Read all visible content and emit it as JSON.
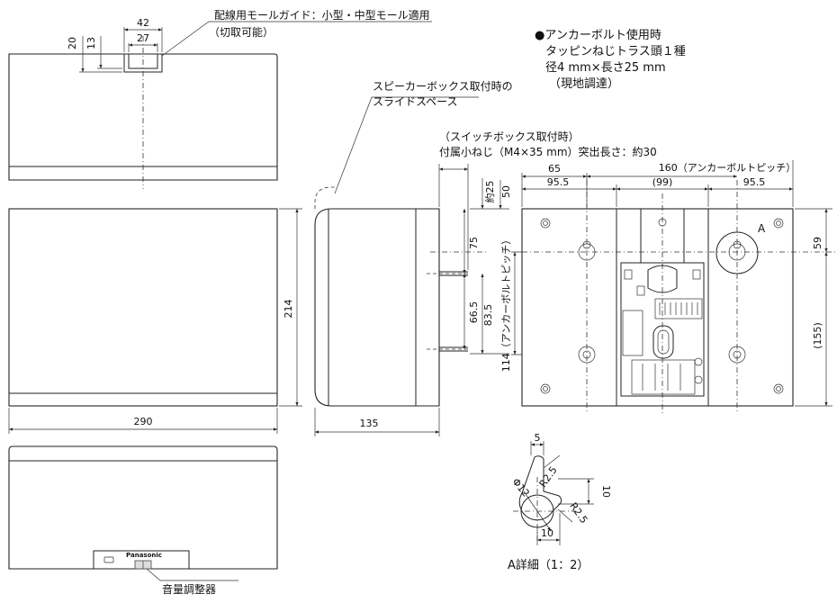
{
  "notes": {
    "molding_guide_line1": "配線用モールガイド：小型・中型モール適用",
    "molding_guide_line2": "（切取可能）",
    "anchor_bolt_line1": "●アンカーボルト使用時",
    "anchor_bolt_line2": "タッピンねじトラス頭１種",
    "anchor_bolt_line3": "径4 mm×長さ25 mm",
    "anchor_bolt_line4": "（現地調達）",
    "speaker_box_line1": "スピーカーボックス取付時の",
    "speaker_box_line2": "スライドスペース",
    "switch_box_line1": "（スイッチボックス取付時）",
    "switch_box_line2": "付属小ねじ（M4×35 mm）突出長さ：約30",
    "volume_label": "音量調整器",
    "brand": "Panasonic",
    "detail_title": "A詳細（1：2）",
    "detail_marker": "A"
  },
  "dims": {
    "top": {
      "d42": "42",
      "d27": "27",
      "d20": "20",
      "d13": "13"
    },
    "front": {
      "width": "290",
      "height": "214"
    },
    "side": {
      "depth": "135",
      "d75": "75",
      "d66_5": "66.5",
      "d83_5": "83.5",
      "about25": "約25",
      "d50": "50"
    },
    "rear": {
      "d65": "65",
      "pitch160": "160（アンカーボルトピッチ）",
      "d95_5a": "95.5",
      "d99": "(99)",
      "d95_5b": "95.5",
      "d59": "59",
      "d155": "(155)",
      "pitch114": "114（アンカーボルトピッチ）"
    },
    "detail": {
      "d5": "5",
      "r25a": "R2.5",
      "phi12": "Φ12",
      "r25b": "R2.5",
      "d10v": "10",
      "d10h": "10"
    }
  }
}
